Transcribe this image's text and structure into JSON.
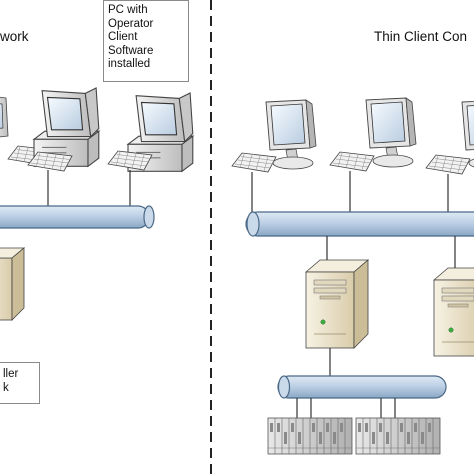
{
  "left_panel": {
    "title": "work",
    "callout_pc": [
      "PC with",
      "Operator",
      "Client",
      "Software",
      "installed"
    ],
    "callout_controller": [
      "ller",
      "k"
    ]
  },
  "right_panel": {
    "title": "Thin Client Con"
  },
  "colors": {
    "bus": "#b9cde3",
    "bus_stroke": "#4a6987",
    "divider": "#222222",
    "server": "#ebe1c4"
  },
  "icons": [
    "crt-pc-icon",
    "lcd-monitor-icon",
    "keyboard-icon",
    "tower-server-icon",
    "network-bus-icon",
    "io-rack-icon"
  ]
}
